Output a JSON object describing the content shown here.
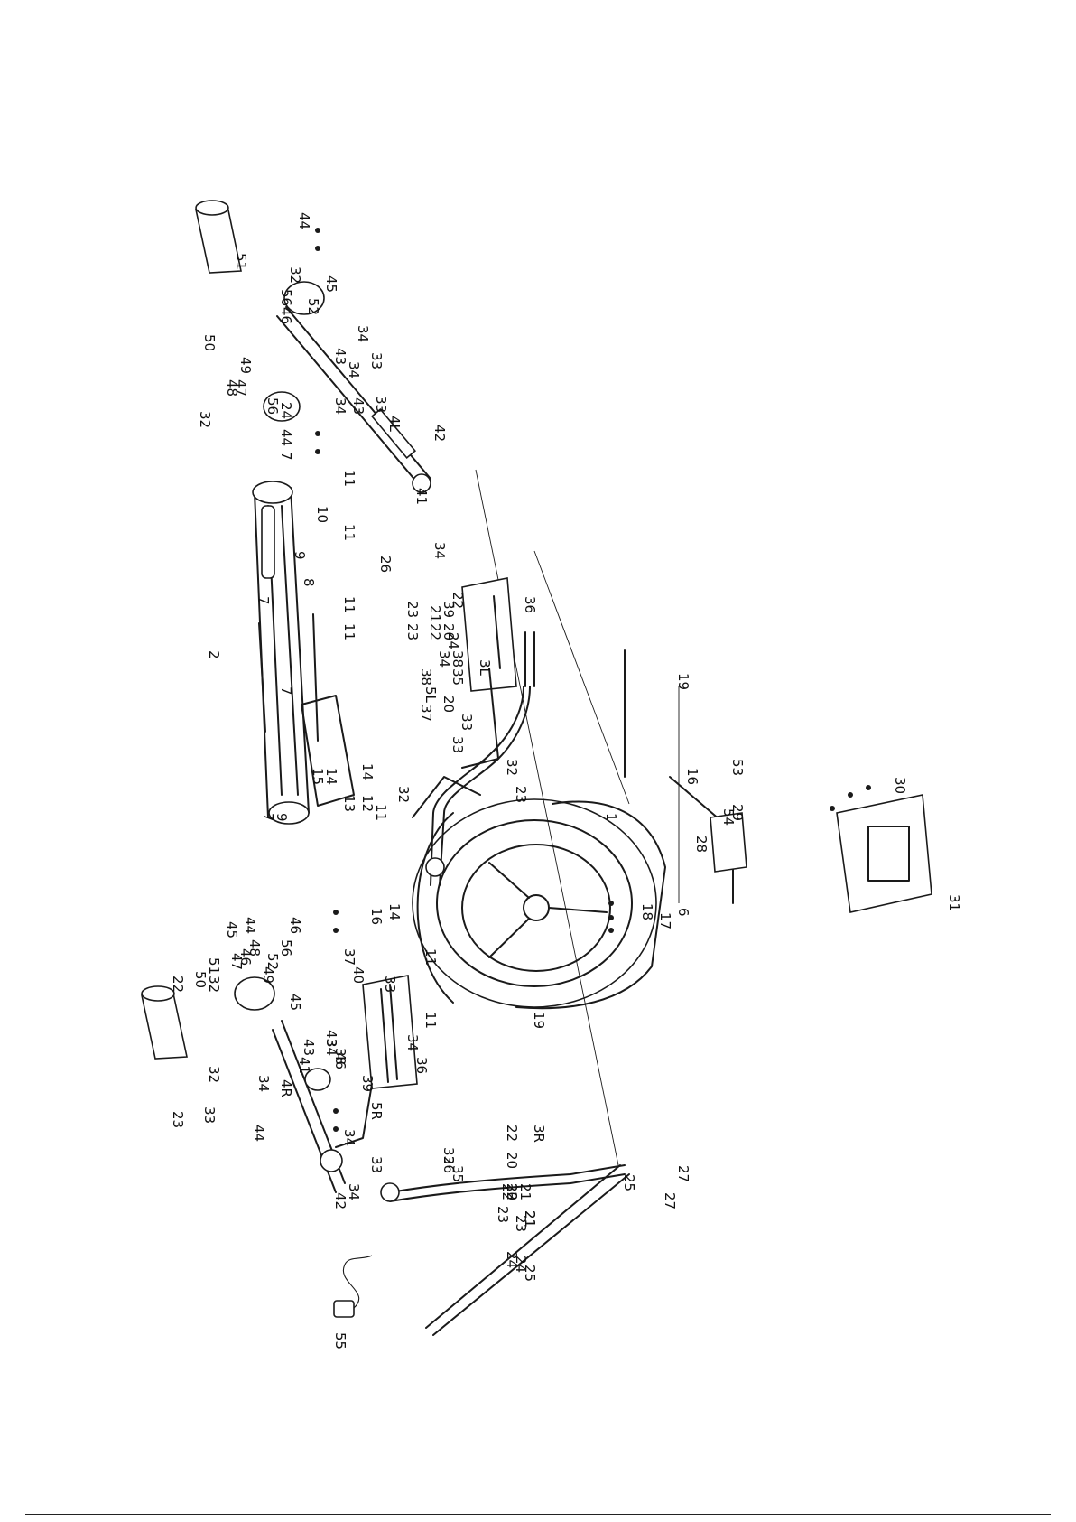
{
  "diagram": {
    "type": "exploded-parts-diagram",
    "orientation": "rotated-90-clockwise",
    "labels": [
      "1",
      "2",
      "3L",
      "3R",
      "4L",
      "4R",
      "5L",
      "5R",
      "6",
      "7",
      "7",
      "7",
      "7",
      "8",
      "9",
      "9",
      "10",
      "11",
      "11",
      "11",
      "11",
      "11",
      "11",
      "11",
      "12",
      "13",
      "14",
      "14",
      "14",
      "15",
      "16",
      "16",
      "17",
      "18",
      "19",
      "19",
      "20",
      "20",
      "20",
      "20",
      "21",
      "21",
      "21",
      "21",
      "22",
      "22",
      "22",
      "22",
      "22",
      "22",
      "23",
      "23",
      "23",
      "23",
      "23",
      "23",
      "24",
      "24",
      "24",
      "24",
      "25",
      "25",
      "26",
      "26",
      "27",
      "27",
      "28",
      "29",
      "30",
      "31",
      "32",
      "32",
      "32",
      "32",
      "32",
      "32",
      "33",
      "33",
      "33",
      "33",
      "33",
      "33",
      "33",
      "33",
      "34",
      "34",
      "34",
      "34",
      "34",
      "34",
      "34",
      "34",
      "34",
      "34",
      "35",
      "35",
      "36",
      "36",
      "37",
      "37",
      "38",
      "38",
      "38",
      "39",
      "39",
      "40",
      "41",
      "41",
      "42",
      "42",
      "43",
      "43",
      "43",
      "43",
      "44",
      "44",
      "44",
      "44",
      "45",
      "45",
      "45",
      "46",
      "46",
      "46",
      "46",
      "47",
      "47",
      "48",
      "48",
      "49",
      "49",
      "50",
      "50",
      "51",
      "51",
      "52",
      "52",
      "53",
      "54",
      "55",
      "56",
      "56",
      "56"
    ]
  }
}
